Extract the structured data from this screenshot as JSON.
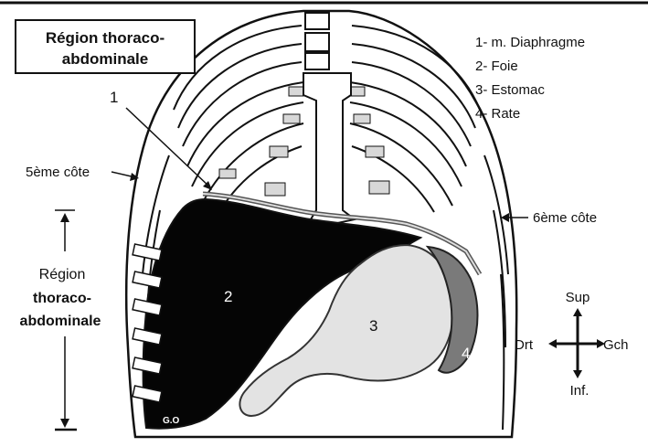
{
  "title_box": {
    "line1": "Région thoraco-",
    "line2": "abdominale"
  },
  "legend": [
    "1- m. Diaphragme",
    "2- Foie",
    "3- Estomac",
    "4- Rate"
  ],
  "callouts": {
    "label_1": "1",
    "rib5": "5ème côte",
    "rib6": "6ème côte"
  },
  "organ_numbers": {
    "liver": "2",
    "stomach": "3",
    "spleen": "4"
  },
  "side_label": {
    "line1": "Région",
    "line2": "thoraco-",
    "line3": "abdominale"
  },
  "orientation": {
    "sup": "Sup",
    "inf": "Inf.",
    "right": "Drt",
    "left": "Gch"
  },
  "corner_mark": "G.O",
  "colors": {
    "liver": "#050505",
    "stomach": "#e3e3e3",
    "spleen": "#7a7a7a",
    "rib_fill": "#ffffff",
    "line": "#111111"
  }
}
